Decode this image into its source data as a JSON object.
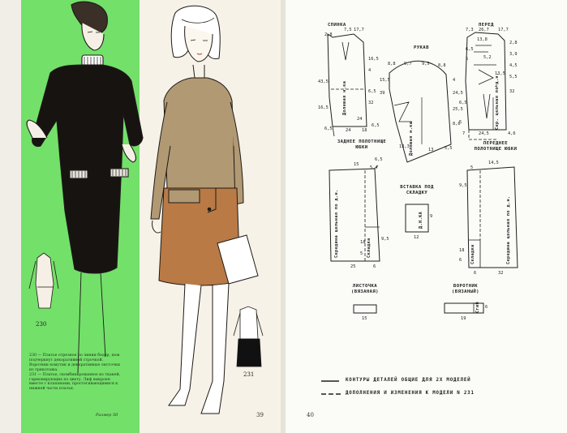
{
  "left_page": {
    "model_230_label": "230",
    "model_231_label": "231",
    "caption_230": "230 — Платье отрезное по линии бедер, шов подчеркнут декоративной строчкой. Воротник-хомутик и декоративные листочки из трикотажа.",
    "caption_231": "231 — Платье, скомбинированное из тканей, гармонирующих по цвету. Лиф выкроен вместе с клапанами, простегивающимися к нижней части платья.",
    "size": "Размер 50",
    "page_number": "39"
  },
  "right_page": {
    "labels": {
      "back": "Спинка",
      "sleeve": "Рукав",
      "front": "Перед",
      "back_skirt": "Заднее полотнище юбки",
      "front_skirt": "Переднее полотнище юбки",
      "insert": "Вставка под складку",
      "leaf": "Листочка (вязаная)",
      "collar": "Воротник (вязаный)",
      "grain_back": "Долевая н.ка",
      "grain_sleeve": "Долевая н.ка",
      "fold_back_skirt": "Середина цельная по д.н.",
      "fold_front_skirt": "Середина цельная по д.н.",
      "pleat_back": "Складка",
      "pleat_front": "Складка",
      "pleat_insert": "Д.Н.КА",
      "collar_inner": "Сгиб",
      "front_inner": "Сер. цельная по д.н."
    },
    "numbers": {
      "back_top": [
        "2,8",
        "7,5",
        "17,7"
      ],
      "back_side": [
        "43,5",
        "16,5",
        "4",
        "6,5",
        "32",
        "24",
        "16,5"
      ],
      "back_bottom": [
        "6,5",
        "24",
        "18",
        "6,5"
      ],
      "sleeve_top": [
        "8,8",
        "9,7",
        "9,5",
        "8,8"
      ],
      "sleeve_side": [
        "15,5",
        "39",
        "24,5",
        "25,5",
        "4",
        "8,6"
      ],
      "sleeve_bottom": [
        "13",
        "13,3",
        "5,5"
      ],
      "front_top": [
        "7,3",
        "26,7",
        "17,7"
      ],
      "front_side": [
        "13,8",
        "6,5",
        "5",
        "5,2",
        "2,8",
        "3,9",
        "13,5",
        "4,5",
        "5,5",
        "32",
        "4",
        "6,5",
        "5"
      ],
      "front_bottom": [
        "24,5",
        "7",
        "4,6"
      ],
      "back_skirt_nums": [
        "15",
        "6,5",
        "5,4",
        "9,5",
        "25",
        "6",
        "18",
        "5"
      ],
      "front_skirt_nums": [
        "14,5",
        "5",
        "9,5",
        "6",
        "32",
        "18",
        "6"
      ],
      "insert_nums": [
        "9",
        "12"
      ],
      "leaf_nums": [
        "15"
      ],
      "collar_nums": [
        "6",
        "19"
      ]
    },
    "legend_solid": "Контуры деталей общие для 2х моделей",
    "legend_dashed": "Дополнения и изменения к модели N 231",
    "page_number": "40"
  }
}
